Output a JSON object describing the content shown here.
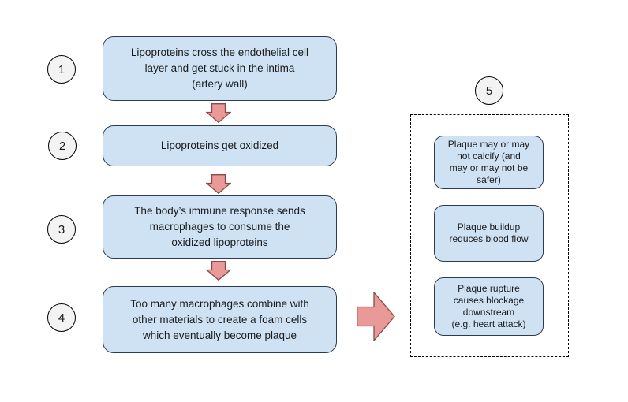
{
  "diagram": {
    "steps": [
      {
        "number": "1",
        "text": "Lipoproteins cross the endothelial cell\nlayer and get stuck in the intima\n(artery wall)"
      },
      {
        "number": "2",
        "text": "Lipoproteins get oxidized"
      },
      {
        "number": "3",
        "text": "The body’s immune response sends\nmacrophages to consume the\noxidized lipoproteins"
      },
      {
        "number": "4",
        "text": "Too many macrophages combine with\nother materials to create a foam cells\nwhich eventually become plaque"
      }
    ],
    "outcome_group": {
      "number": "5",
      "items": [
        {
          "text": "Plaque may or may\nnot calcify (and\nmay or may not be\nsafer)"
        },
        {
          "text": "Plaque buildup\nreduces blood flow"
        },
        {
          "text": "Plaque rupture\ncauses blockage\ndownstream\n(e.g. heart attack)"
        }
      ]
    },
    "colors": {
      "box_fill": "#cfe2f3",
      "box_border": "#2c3b4e",
      "circle_fill": "#f3f3f3",
      "circle_border": "#000000",
      "arrow_fill": "#ea9999",
      "arrow_border": "#8a4a45",
      "dashed_border": "#000000",
      "text": "#1a1a1a"
    }
  }
}
